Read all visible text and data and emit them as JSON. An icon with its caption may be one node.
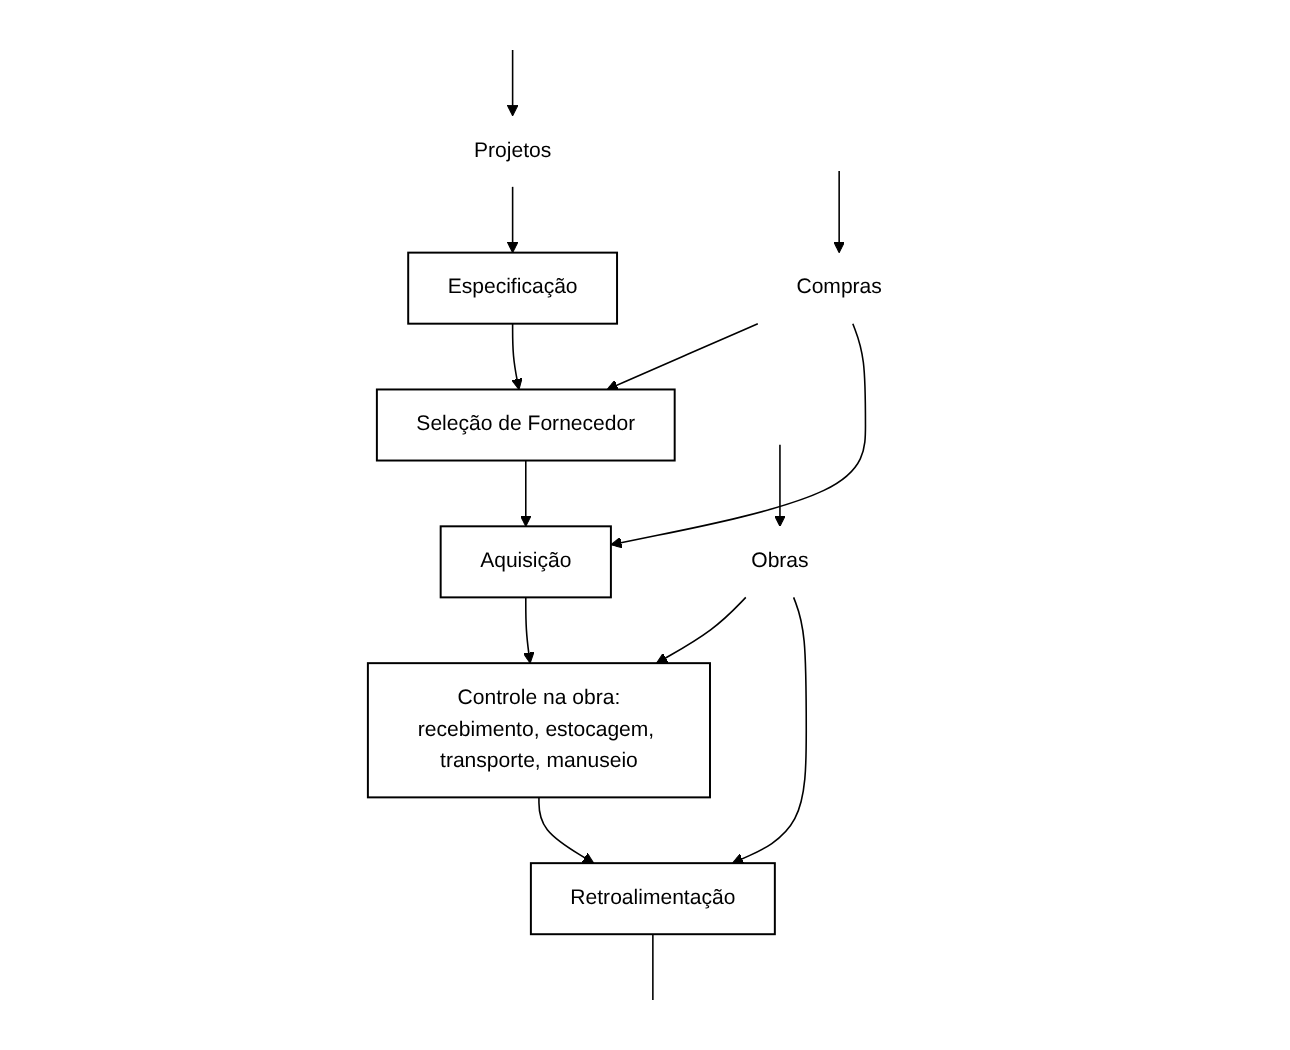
{
  "diagram": {
    "nodes": [
      {
        "text": [
          "Projetos"
        ]
      },
      {
        "text": [
          "Especificação"
        ]
      },
      {
        "text": [
          "Compras"
        ]
      },
      {
        "text": [
          "Seleção de Fornecedor"
        ]
      },
      {
        "text": [
          "Aquisição"
        ]
      },
      {
        "text": [
          "Obras"
        ]
      },
      {
        "text": [
          "Controle na obra:",
          "recebimento, estocagem, transporte, manuseio"
        ]
      },
      {
        "text": [
          "Retroalimentação"
        ]
      }
    ],
    "edges": [
      {
        "from": null,
        "to": 0,
        "arrow": "to"
      },
      {
        "from": 0,
        "to": 1,
        "arrow": "to"
      },
      {
        "from": 1,
        "to": 3,
        "arrow": "to"
      },
      {
        "from": null,
        "to": 2,
        "arrow": "to"
      },
      {
        "from": 2,
        "to": 3,
        "arrow": "to"
      },
      {
        "from": 2,
        "to": 4,
        "arrow": "to"
      },
      {
        "from": 3,
        "to": 4,
        "arrow": "to"
      },
      {
        "from": 4,
        "to": 6,
        "arrow": "to"
      },
      {
        "from": null,
        "to": 5,
        "arrow": "to"
      },
      {
        "from": 5,
        "to": 6,
        "arrow": "to"
      },
      {
        "from": 5,
        "to": 7,
        "arrow": "to"
      },
      {
        "from": 6,
        "to": 7,
        "arrow": "to"
      },
      {
        "from": 7,
        "to": null,
        "arrow": "none"
      }
    ]
  }
}
